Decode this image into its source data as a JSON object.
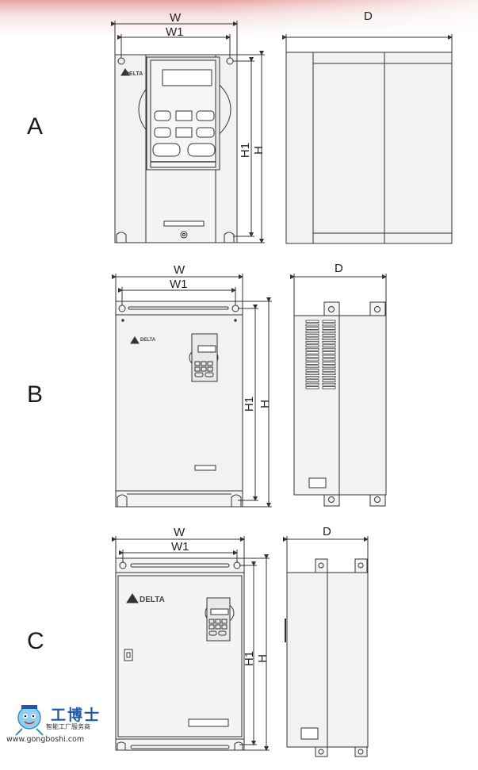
{
  "panel_a": {
    "label": "A",
    "w": "W",
    "w1": "W1",
    "d": "D",
    "h": "H",
    "h1": "H1"
  },
  "panel_b": {
    "label": "B",
    "w": "W",
    "w1": "W1",
    "d": "D",
    "h": "H",
    "h1": "H1"
  },
  "panel_c": {
    "label": "C",
    "w": "W",
    "w1": "W1",
    "d": "D",
    "h": "H",
    "h1": "H1"
  },
  "brand": {
    "name": "DELTA"
  },
  "watermark": {
    "name": "工博士",
    "tagline": "智能工厂服务商",
    "url": "www.gongboshi.com"
  },
  "colors": {
    "line": "#333333",
    "fill": "#f1f1f1",
    "brand_blue": "#1d5ba8"
  }
}
